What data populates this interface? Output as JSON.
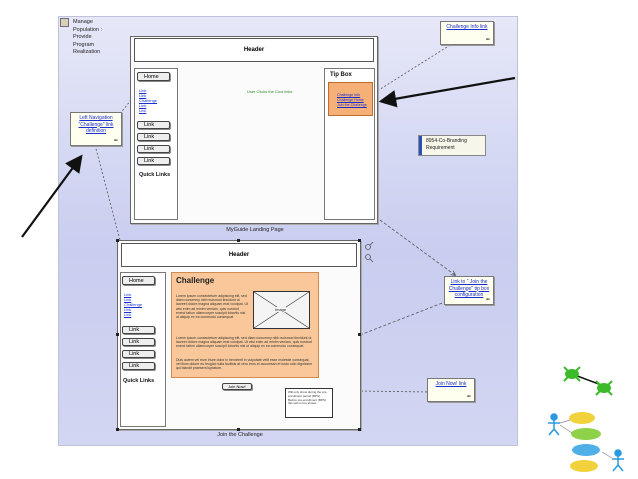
{
  "package": {
    "text": "Manage\nPopulation :\nProvide\nProgram\nRealization"
  },
  "landing_mock": {
    "header": "Header",
    "home_button": "Home",
    "nav_links": [
      "Link",
      "Link",
      "Challenge",
      "Link",
      "Link"
    ],
    "link_buttons": [
      "Link",
      "Link",
      "Link",
      "Link"
    ],
    "quick_links": "Quick Links",
    "tip_box_title": "Tip Box",
    "tip_links": [
      "Challenge Info",
      "Challenge Home",
      "Join the Challenge"
    ],
    "user_clicks_label": "User Clicks the Cool links",
    "caption": "MyGuide Landing Page"
  },
  "challenge_mock": {
    "header": "Header",
    "home_button": "Home",
    "nav_links": [
      "Link",
      "Link",
      "Challenge",
      "Link",
      "Link"
    ],
    "link_buttons": [
      "Link",
      "Link",
      "Link",
      "Link"
    ],
    "quick_links": "Quick Links",
    "title": "Challenge",
    "lorem1": "Lorem ipsum consectetuer adipiscing elit, sed diam nonummy nibh euismod tincidunt ut laoreet dolore magna aliquam erat volutpat. Ut wisi enim ad minim veniam, quis nostrud exerci tation ullamcorper suscipit lobortis nisl ut aliquip ex ea commodo consequat.",
    "lorem2": "Lorem ipsum consectetuer adipiscing elit, sed diam nonummy nibh euismod tincidunt ut laoreet dolore magna aliquam erat volutpat. Ut wisi enim ad minim veniam, quis nostrud exerci tation ullamcorper suscipit lobortis nisl ut aliquip ex ea commodo consequat.",
    "lorem3": "Duis autem vel eum iriure dolor in hendrerit in vulputate velit esse molestie consequat, vel illum dolore eu feugiat nulla facilisis at vero eros et accumsan et iusto odio dignissim qui blandit praesent luptatum.",
    "image_label": "Image",
    "join_button": "Join Now!",
    "callout_text": "Will only show during the pre-enrollment period (BPS). Before pre-enrollment (BPS) this will not be shown.",
    "caption": "Join the Challenge"
  },
  "notes": {
    "challenge_info": "Challenge Info link",
    "left_nav": "Left Navigation \"Challenge\" link definition",
    "join_link_config": "Link to \" Join the Challenge\" tip box configuration",
    "join_now_link": "Join Now! link",
    "oo_glyph": "⚮"
  },
  "requirement": {
    "text": "8954-Co-Branding Requirement"
  }
}
